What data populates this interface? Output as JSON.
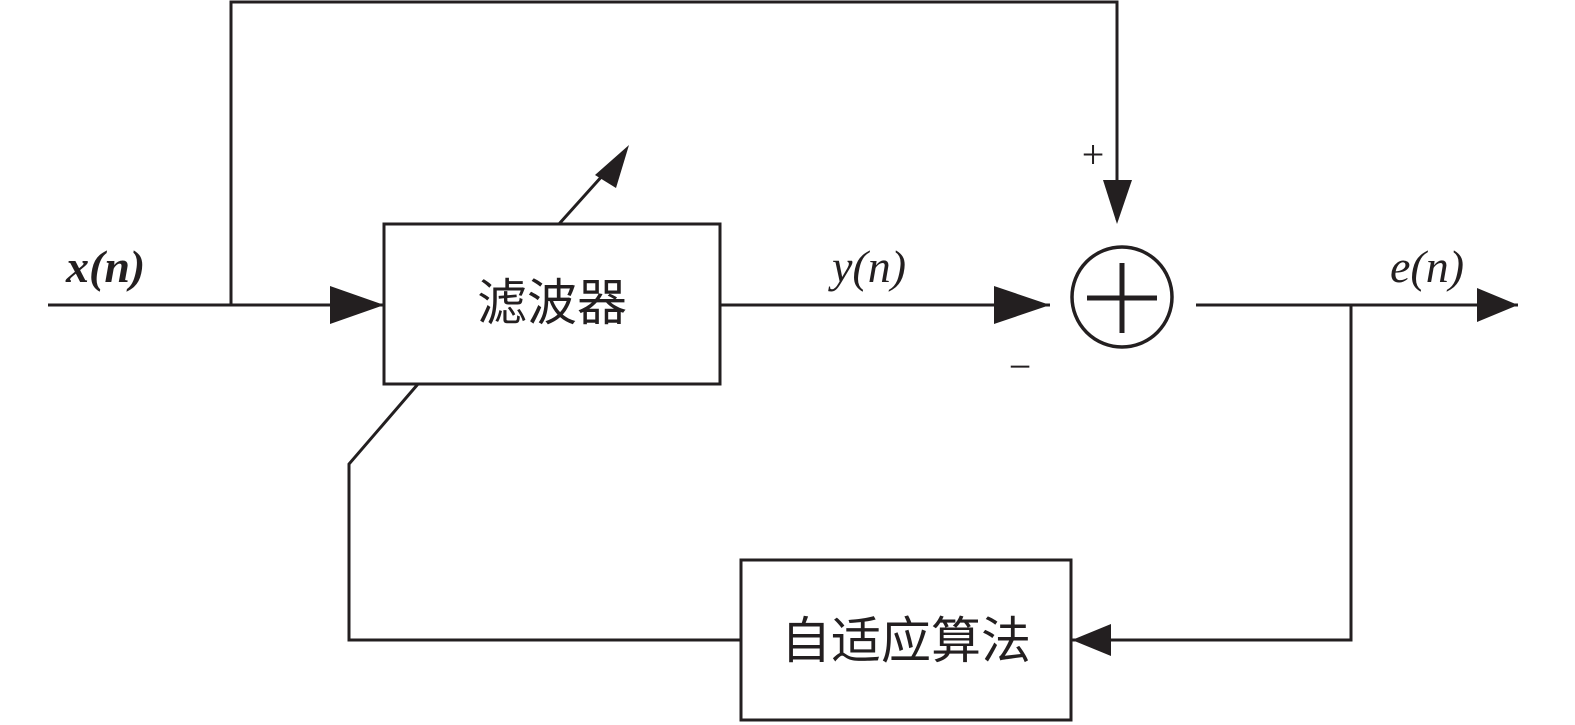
{
  "blocks": {
    "filter": {
      "label": "滤波器"
    },
    "adaptive_algorithm": {
      "label": "自适应算法"
    }
  },
  "signals": {
    "input": {
      "label": "x(n)"
    },
    "filter_output": {
      "label": "y(n)"
    },
    "error": {
      "label": "e(n)"
    }
  },
  "summing_junction": {
    "plus_sign": "+",
    "minus_sign": "−"
  },
  "colors": {
    "line": "#231f20",
    "background": "#ffffff"
  }
}
